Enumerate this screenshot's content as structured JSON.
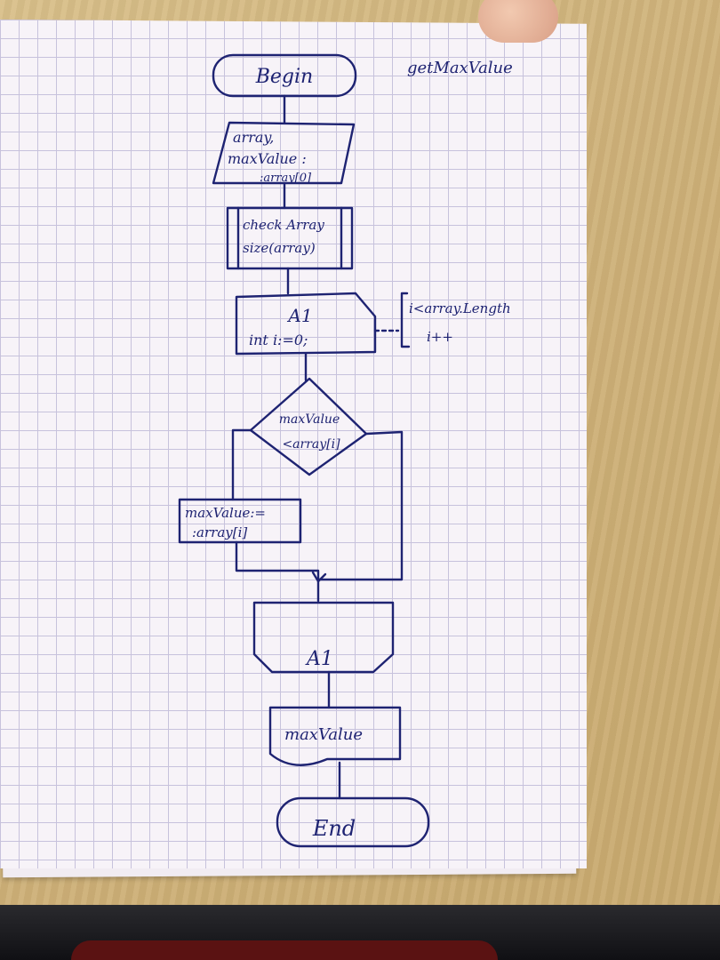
{
  "title": "getMaxValue",
  "nodes": {
    "begin": "Begin",
    "input_line1": "array,",
    "input_line2": "maxValue :",
    "input_line3": ":array[0]",
    "check_line1": "check Array",
    "check_line2": "size(array)",
    "loop_start_label": "A1",
    "loop_start_init": "int i:=0;",
    "loop_cond": "i<array.Length",
    "loop_step": "i++",
    "decision_line1": "maxValue",
    "decision_line2": "<array[i]",
    "assign_line1": "maxValue:=",
    "assign_line2": ":array[i]",
    "loop_end_label": "A1",
    "output": "maxValue",
    "end": "End"
  }
}
